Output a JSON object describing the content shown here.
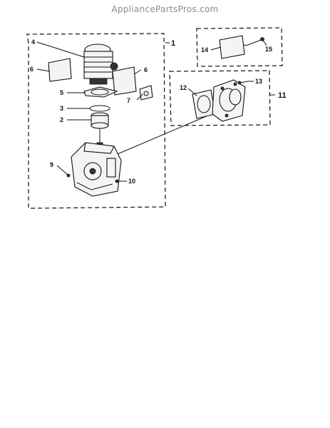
{
  "watermark": "AppliancePartsPros.com",
  "callouts": {
    "c1": "1",
    "c2": "2",
    "c3": "3",
    "c4": "4",
    "c5": "5",
    "c6a": "6",
    "c6b": "6",
    "c7": "7",
    "c9": "9",
    "c10": "10",
    "c11": "11",
    "c12": "12",
    "c13": "13",
    "c14": "14",
    "c15": "15"
  }
}
